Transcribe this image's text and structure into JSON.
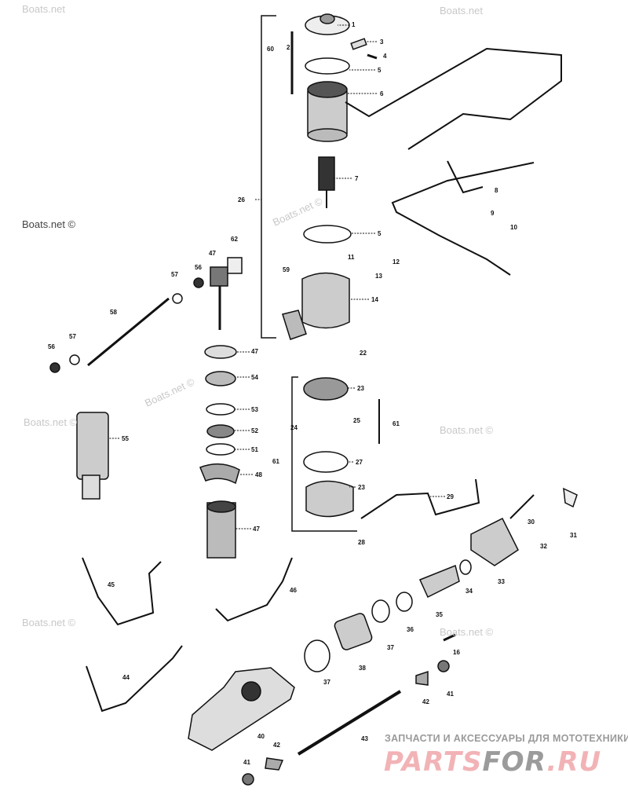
{
  "watermarks": [
    "Boats.net",
    "Boats.net",
    "Boats.net ©",
    "Boats.net ©",
    "Boats.net ©",
    "Boats.net ©",
    "Boats.net ©",
    "Boats.net ©",
    "Boats.net ©"
  ],
  "footer": {
    "tagline": "ЗАПЧАСТИ И АКСЕССУАРЫ ДЛЯ МОТОТЕХНИКИ",
    "logo_part1": "PARTS",
    "logo_part2": "FOR",
    "logo_part3": ".RU"
  },
  "callouts": [
    "1",
    "2",
    "3",
    "4",
    "5",
    "6",
    "60",
    "7",
    "26",
    "8",
    "9",
    "10",
    "5",
    "11",
    "12",
    "13",
    "59",
    "14",
    "62",
    "47",
    "56",
    "57",
    "58",
    "56",
    "57",
    "22",
    "47",
    "54",
    "53",
    "52",
    "51",
    "48",
    "47",
    "55",
    "23",
    "25",
    "24",
    "61",
    "61",
    "27",
    "23",
    "28",
    "29",
    "30",
    "31",
    "32",
    "33",
    "34",
    "35",
    "36",
    "37",
    "38",
    "37",
    "16",
    "41",
    "42",
    "40",
    "43",
    "42",
    "41",
    "45",
    "46",
    "44"
  ],
  "colors": {
    "ink": "#111111",
    "watermark": "#c8c8c8",
    "logo_pink": "#f2b3b6",
    "logo_gray": "#9b9b9b"
  }
}
